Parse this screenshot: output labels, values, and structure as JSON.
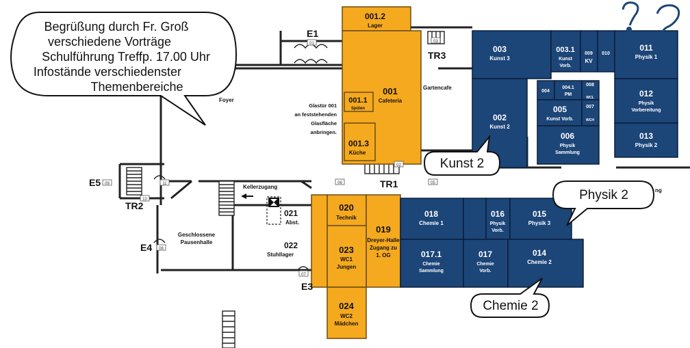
{
  "colors": {
    "orange_rooms": "#f5a91e",
    "blue_rooms": "#1c4578",
    "walls": "#222222",
    "background": "#ffffff"
  },
  "speech_bubble_main": {
    "line1": "Begrüßung durch Fr. Groß",
    "line2": "verschiedene Vorträge",
    "line3": "Schulführung Treffp. 17.00 Uhr",
    "line4": "Infostände verschiedenster",
    "line5": "Themenbereiche"
  },
  "callouts": {
    "kunst2": "Kunst 2",
    "physik2": "Physik 2",
    "chemie2": "Chemie 2"
  },
  "orange_rooms": [
    {
      "num": "001.2",
      "name": "Lager"
    },
    {
      "num": "001",
      "name": "Cafeteria"
    },
    {
      "num": "001.1",
      "name": "Spülen"
    },
    {
      "num": "001.3",
      "name": "Küche"
    },
    {
      "num": "020",
      "name": "Technik"
    },
    {
      "num": "019",
      "name": "Dreyer-Halle",
      "name2": "Zugang zu",
      "name3": "1. OG"
    },
    {
      "num": "023",
      "name": "WC1",
      "name2": "Jungen"
    },
    {
      "num": "024",
      "name": "WC2",
      "name2": "Mädchen"
    }
  ],
  "blue_rooms": [
    {
      "num": "003",
      "name": "Kunst 3"
    },
    {
      "num": "003.1",
      "name": "Kunst",
      "name2": "Vorb."
    },
    {
      "num": "009",
      "name": "KV"
    },
    {
      "num": "010",
      "name": ""
    },
    {
      "num": "011",
      "name": "Physik 1"
    },
    {
      "num": "004",
      "name": ""
    },
    {
      "num": "004.1",
      "name": "PM"
    },
    {
      "num": "008",
      "name": "WCL"
    },
    {
      "num": "007",
      "name": "WCH"
    },
    {
      "num": "005",
      "name": "Kunst Vorb."
    },
    {
      "num": "012",
      "name": "Physik",
      "name2": "Vorbereitung"
    },
    {
      "num": "002",
      "name": "Kunst 2"
    },
    {
      "num": "006",
      "name": "Physik",
      "name2": "Sammlung"
    },
    {
      "num": "013",
      "name": "Physik 2"
    },
    {
      "num": "018",
      "name": "Chemie 1"
    },
    {
      "num": "016",
      "name": "Physik",
      "name2": "Vorb."
    },
    {
      "num": "015",
      "name": "Physik 3"
    },
    {
      "num": "017.1",
      "name": "Chemie",
      "name2": "Sammlung"
    },
    {
      "num": "017",
      "name": "Chemie",
      "name2": "Vorb."
    },
    {
      "num": "014",
      "name": "Chemie 2"
    }
  ],
  "plan_labels": {
    "e1": "E1",
    "e3": "E3",
    "e4": "E4",
    "e5": "E5",
    "tr1": "TR1",
    "tr2": "TR2",
    "tr3": "TR3",
    "foyer": "Foyer",
    "gartencafe": "Gartencafe",
    "glass_note1": "Glastür 001",
    "glass_note2": "an feststehenden",
    "glass_note3": "Glasfläche",
    "glass_note4": "anbringen.",
    "kellerzugang": "Kellerzugang",
    "pausenhalle1": "Geschlossene",
    "pausenhalle2": "Pausenhalle",
    "r021": "021",
    "r021_name": "Abst.",
    "r022": "022",
    "r022_name": "Stuhllager",
    "cut_ng": "ng"
  },
  "door_tags": {
    "d01": "01",
    "d02": "02",
    "d03": "03",
    "d05": "05",
    "d06": "06",
    "d07": "07",
    "d08": "08",
    "d09": "09",
    "d10": "10",
    "d11": "11"
  },
  "icons": [
    "question-mark-icon",
    "arrow-left-icon",
    "hourglass-icon"
  ]
}
